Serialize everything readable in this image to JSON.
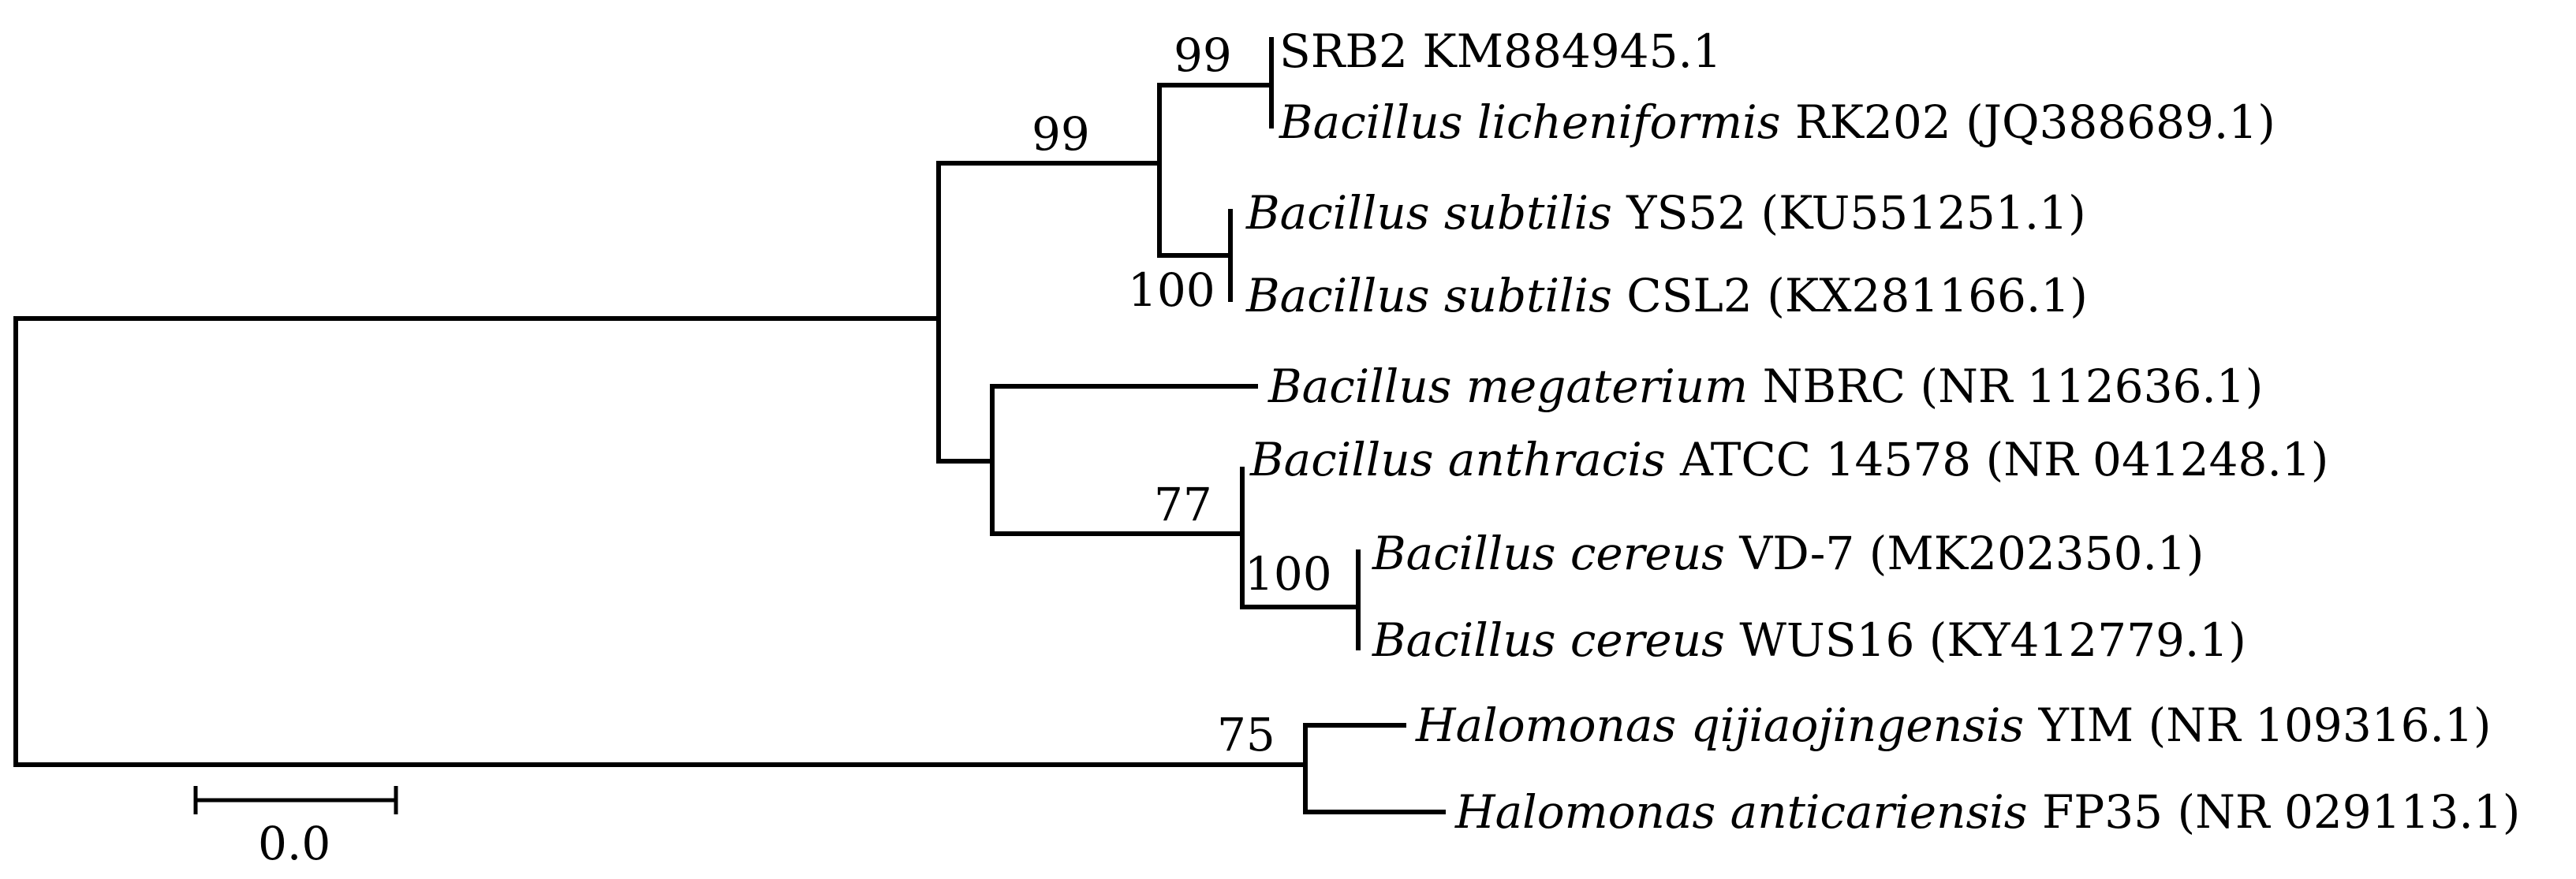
{
  "tree": {
    "taxa": [
      {
        "id": "srb2",
        "italic": "",
        "plain": "SRB2 KM884945.1"
      },
      {
        "id": "bl-rk202",
        "italic": "Bacillus licheniformis",
        "plain": "RK202 (JQ388689.1)"
      },
      {
        "id": "bs-ys52",
        "italic": "Bacillus subtilis",
        "plain": "YS52 (KU551251.1)"
      },
      {
        "id": "bs-csl2",
        "italic": "Bacillus subtilis",
        "plain": "CSL2 (KX281166.1)"
      },
      {
        "id": "bm-nbrc",
        "italic": "Bacillus megaterium",
        "plain": "NBRC (NR 112636.1)"
      },
      {
        "id": "ba-atcc",
        "italic": "Bacillus anthracis",
        "plain": "ATCC 14578 (NR 041248.1)"
      },
      {
        "id": "bc-vd7",
        "italic": "Bacillus cereus",
        "plain": "VD-7 (MK202350.1)"
      },
      {
        "id": "bc-wus16",
        "italic": "Bacillus cereus",
        "plain": "WUS16 (KY412779.1)"
      },
      {
        "id": "hq-yim",
        "italic": "Halomonas qijiaojingensis",
        "plain": "YIM (NR 109316.1)"
      },
      {
        "id": "ha-fp35",
        "italic": "Halomonas anticariensis",
        "plain": "FP35 (NR 029113.1)"
      }
    ],
    "bootstrap": [
      {
        "id": "srb2-licheniformis",
        "value": "99"
      },
      {
        "id": "licheniformis-subtilis",
        "value": "99"
      },
      {
        "id": "subtilis",
        "value": "100"
      },
      {
        "id": "anthracis-cereus",
        "value": "77"
      },
      {
        "id": "cereus",
        "value": "100"
      },
      {
        "id": "halomonas",
        "value": "75"
      }
    ],
    "scale_bar": {
      "label": "0.0"
    }
  }
}
